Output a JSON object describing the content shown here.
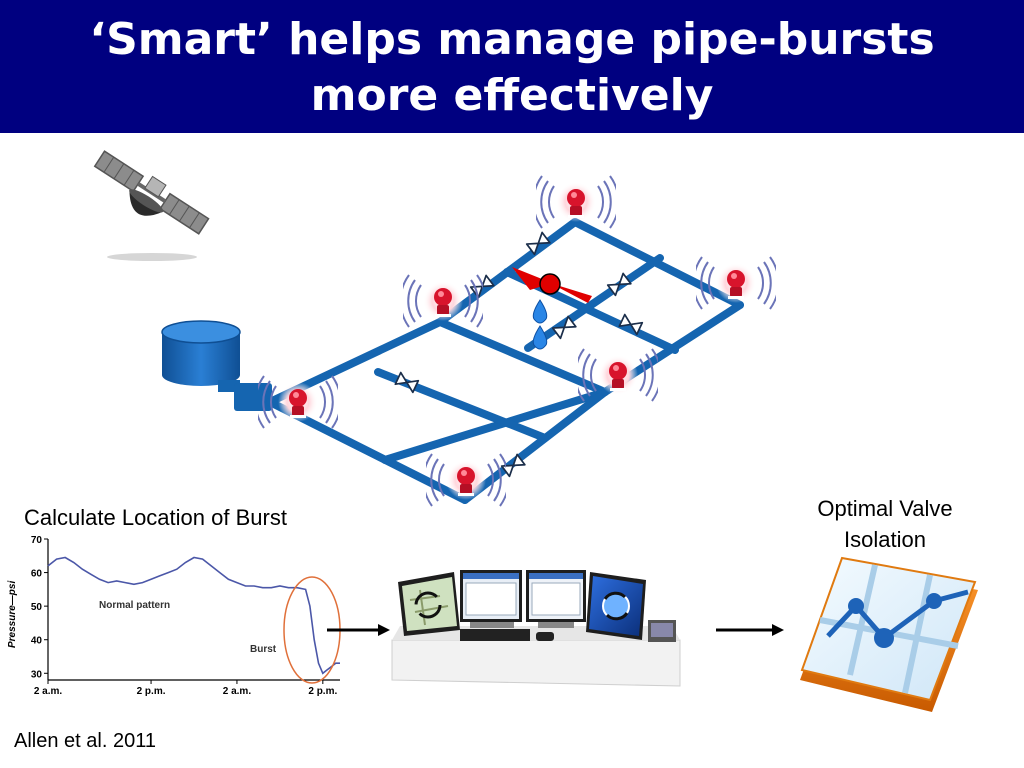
{
  "title": {
    "line1": "‘Smart’ helps manage pipe-bursts",
    "line2": "more effectively"
  },
  "labels": {
    "calculate": "Calculate Location of Burst",
    "valve": [
      "Optimal Valve",
      "Isolation"
    ],
    "citation": "Allen et al. 2011"
  },
  "colors": {
    "title_bg": "#000080",
    "pipe": "#1565b0",
    "burst": "#e00000",
    "sensor": "#cc1122"
  },
  "icons": [
    "satellite-icon",
    "water-tank-icon",
    "sensor-icon",
    "valve-icon",
    "water-drop-icon",
    "computer-workstation-icon",
    "valve-isolation-map-icon",
    "arrow-right-icon"
  ],
  "chart_data": {
    "type": "line",
    "title": "",
    "xlabel": "",
    "ylabel": "Pressure—psi",
    "ylim": [
      28,
      70
    ],
    "yticks": [
      30,
      40,
      50,
      60,
      70
    ],
    "xtick_labels": [
      "2 a.m.",
      "2 p.m.",
      "2 a.m.",
      "2 p.m."
    ],
    "annotations": [
      "Normal pattern",
      "Burst"
    ],
    "series": [
      {
        "x": [
          0,
          2,
          4,
          6,
          8,
          10,
          12,
          14,
          16,
          18,
          20,
          22,
          24,
          26,
          28,
          30,
          32,
          34,
          36,
          38,
          40,
          42,
          44,
          46,
          48,
          50,
          52,
          54,
          56,
          58,
          60,
          61,
          62,
          63,
          64,
          65,
          66,
          67,
          68
        ],
        "y": [
          62,
          64,
          64.5,
          63,
          61,
          59.5,
          58,
          57,
          57.5,
          57,
          56.5,
          57,
          58,
          59,
          60,
          61,
          63,
          64.5,
          64,
          62,
          60,
          58,
          57,
          56,
          56,
          55.5,
          55.5,
          56,
          55.5,
          55.5,
          55,
          50,
          40,
          33,
          30,
          31,
          32,
          33,
          33
        ]
      }
    ]
  }
}
